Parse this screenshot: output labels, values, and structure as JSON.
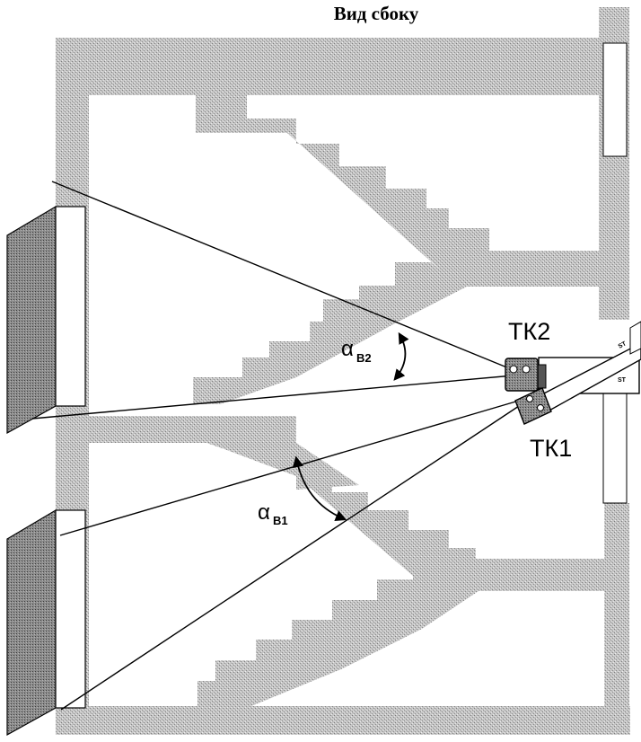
{
  "title": "Вид сбоку",
  "cameras": {
    "upper": "ТК2",
    "lower": "ТК1",
    "upper_body_text": "ST",
    "lower_body_text": "ST"
  },
  "angles": {
    "upper": {
      "symbol": "α",
      "subscript": "B2"
    },
    "lower": {
      "symbol": "α",
      "subscript": "B1"
    }
  },
  "colors": {
    "wall_fill": "#bdbdbd",
    "screen_fill": "#8a8a8a",
    "line": "#000000",
    "background": "#ffffff"
  }
}
